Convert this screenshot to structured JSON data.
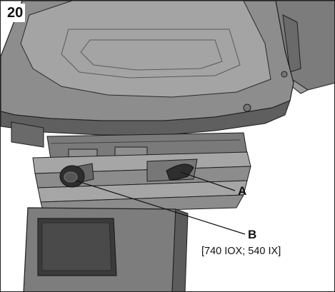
{
  "figure": {
    "number": "20"
  },
  "callouts": {
    "a": {
      "label": "A"
    },
    "b": {
      "label": "B",
      "note": "[740 IOX; 540 IX]"
    }
  },
  "colors": {
    "seat_dark": "#5c5c5c",
    "seat_mid": "#8a8a8a",
    "seat_light": "#b5b5b5",
    "bellows": "#9e9e9e",
    "lever": "#2e2e2e",
    "outline": "#1e1e1e"
  }
}
